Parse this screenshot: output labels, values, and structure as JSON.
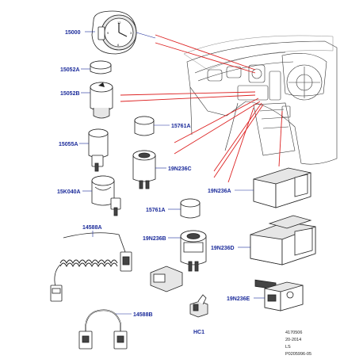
{
  "labels": {
    "p15000": "15000",
    "p15052A": "15052A",
    "p15052B": "15052B",
    "p15761A_top": "15761A",
    "p15055A": "15055A",
    "p19N236C": "19N236C",
    "p15K040A": "15K040A",
    "p19N236A": "19N236A",
    "p15761A_mid": "15761A",
    "p14588A": "14588A",
    "p19N236B": "19N236B",
    "p19N236D": "19N236D",
    "p19N236E": "19N236E",
    "p14588B": "14588B",
    "pHC1": "HC1"
  },
  "reference": {
    "line1": "4170506",
    "line2": "20-2014",
    "line3": "LS",
    "line4": "P0205996-05"
  },
  "colors": {
    "label_blue": "#1a2a9a",
    "leader_red": "#d22222"
  }
}
